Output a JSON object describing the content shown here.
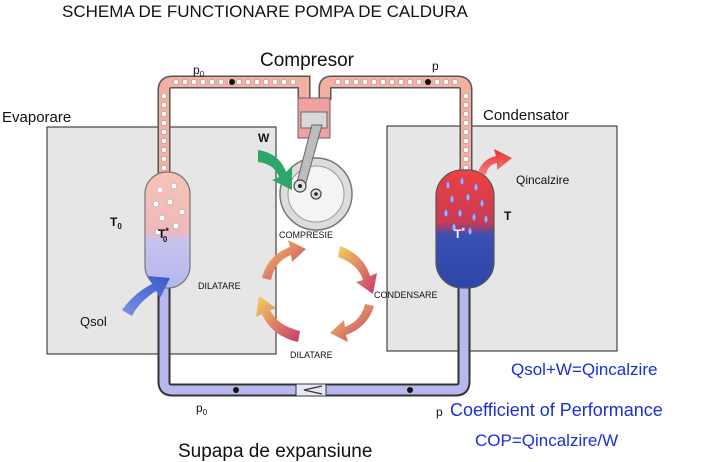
{
  "title": "SCHEMA DE FUNCTIONARE POMPA DE CALDURA",
  "labels": {
    "compressor": "Compresor",
    "evaporation": "Evaporare",
    "condenser": "Condensator",
    "expansion_valve": "Supapa de expansiune",
    "work": "W",
    "q_heating": "Qincalzire",
    "q_sol": "Qsol",
    "t0": "T",
    "t0_sub": "0",
    "t0_star": "T",
    "t0_star_sup": "*",
    "t0_star_sub": "0",
    "t_right": "T",
    "t_star": "T",
    "t_star_sup": "*",
    "p0_top": "p",
    "p0_top_sub": "0",
    "p_top": "p",
    "p0_bottom": "p",
    "p0_bottom_sub": "0",
    "p_bottom": "p",
    "compression": "COMPRESIE",
    "condensation": "CONDENSARE",
    "expansion_left": "DILATARE",
    "expansion_bottom": "DILATARE"
  },
  "formulas": {
    "balance": "Qsol+W=Qincalzire",
    "cop_title": "Coefficient of Performance",
    "cop": "COP=Qincalzire/W"
  },
  "colors": {
    "hot": "#e0303a",
    "warm": "#f2b0a0",
    "cold": "#2d4fb5",
    "coldLight": "#b7b9ee",
    "tank": "#e6e6e6",
    "formula": "#1b2fd6"
  }
}
